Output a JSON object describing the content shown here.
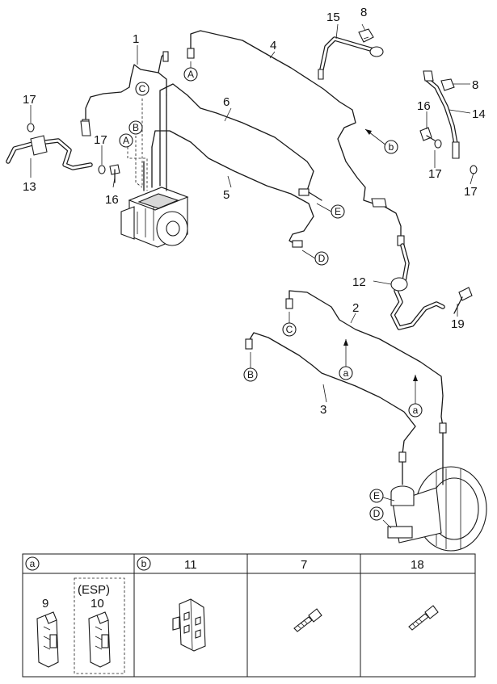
{
  "callouts": {
    "n1": "1",
    "n2": "2",
    "n3": "3",
    "n4": "4",
    "n5": "5",
    "n6": "6",
    "n8a": "8",
    "n8b": "8",
    "n12": "12",
    "n13": "13",
    "n14": "14",
    "n15": "15",
    "n16a": "16",
    "n16b": "16",
    "n17a": "17",
    "n17b": "17",
    "n17c": "17",
    "n17d": "17",
    "n19": "19"
  },
  "circle_letters": {
    "A1": "A",
    "A2": "A",
    "B1": "B",
    "B2": "B",
    "C1": "C",
    "C2": "C",
    "D1": "D",
    "D2": "D",
    "E1": "E",
    "E2": "E",
    "a1": "a",
    "a2": "a",
    "b1": "b"
  },
  "table": {
    "headers": [
      {
        "type": "circle",
        "text": "a"
      },
      {
        "type": "circle",
        "text": "b"
      },
      {
        "type": "text",
        "text": "11"
      },
      {
        "type": "text",
        "text": "7"
      },
      {
        "type": "text",
        "text": "18"
      }
    ],
    "cell_a": {
      "left_number": "9",
      "esp_label": "(ESP)",
      "right_number": "10"
    }
  }
}
